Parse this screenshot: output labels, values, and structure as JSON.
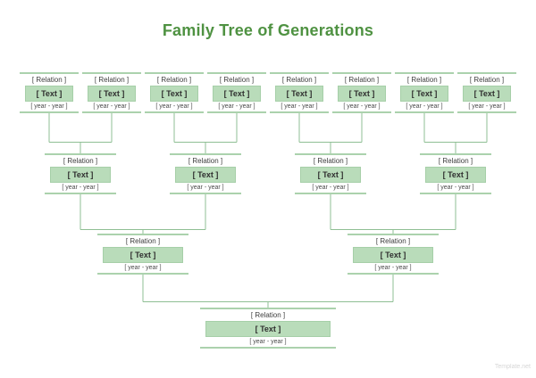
{
  "title": "Family Tree of Generations",
  "watermark": "Template.net",
  "colors": {
    "title_green": "#4f9242",
    "box_fill": "#b9dcba",
    "box_border": "#a6cfa8",
    "rule_green": "#abd2ad",
    "connector_green": "#8fbf94"
  },
  "tree": {
    "generations": [
      {
        "label": "generation-1",
        "nodes": [
          {
            "relation": "[ Relation ]",
            "text": "[ Text ]",
            "years": "[ year - year ]"
          },
          {
            "relation": "[ Relation ]",
            "text": "[ Text ]",
            "years": "[ year - year ]"
          },
          {
            "relation": "[ Relation ]",
            "text": "[ Text ]",
            "years": "[ year - year ]"
          },
          {
            "relation": "[ Relation ]",
            "text": "[ Text ]",
            "years": "[ year - year ]"
          },
          {
            "relation": "[ Relation ]",
            "text": "[ Text ]",
            "years": "[ year - year ]"
          },
          {
            "relation": "[ Relation ]",
            "text": "[ Text ]",
            "years": "[ year - year ]"
          },
          {
            "relation": "[ Relation ]",
            "text": "[ Text ]",
            "years": "[ year - year ]"
          },
          {
            "relation": "[ Relation ]",
            "text": "[ Text ]",
            "years": "[ year - year ]"
          }
        ]
      },
      {
        "label": "generation-2",
        "nodes": [
          {
            "relation": "[ Relation ]",
            "text": "[ Text ]",
            "years": "[ year - year ]"
          },
          {
            "relation": "[ Relation ]",
            "text": "[ Text ]",
            "years": "[ year - year ]"
          },
          {
            "relation": "[ Relation ]",
            "text": "[ Text ]",
            "years": "[ year - year ]"
          },
          {
            "relation": "[ Relation ]",
            "text": "[ Text ]",
            "years": "[ year - year ]"
          }
        ]
      },
      {
        "label": "generation-3",
        "nodes": [
          {
            "relation": "[ Relation ]",
            "text": "[ Text ]",
            "years": "[ year - year ]"
          },
          {
            "relation": "[ Relation ]",
            "text": "[ Text ]",
            "years": "[ year - year ]"
          }
        ]
      },
      {
        "label": "generation-4",
        "nodes": [
          {
            "relation": "[ Relation ]",
            "text": "[ Text ]",
            "years": "[ year - year ]"
          }
        ]
      }
    ]
  }
}
